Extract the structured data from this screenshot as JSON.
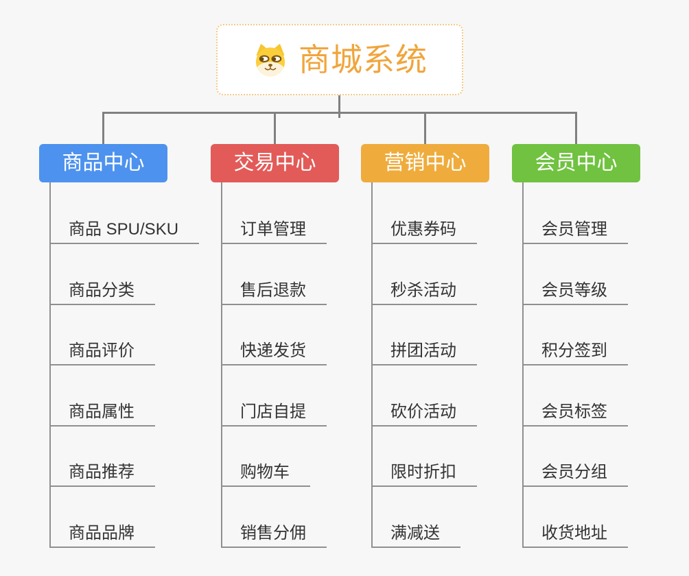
{
  "root": {
    "title": "商城系统",
    "icon": "doge-icon"
  },
  "branches": [
    {
      "id": "product",
      "label": "商品中心",
      "color": "#4d92ee",
      "items": [
        "商品 SPU/SKU",
        "商品分类",
        "商品评价",
        "商品属性",
        "商品推荐",
        "商品品牌"
      ]
    },
    {
      "id": "trade",
      "label": "交易中心",
      "color": "#e25b58",
      "items": [
        "订单管理",
        "售后退款",
        "快递发货",
        "门店自提",
        "购物车",
        "销售分佣"
      ]
    },
    {
      "id": "marketing",
      "label": "营销中心",
      "color": "#efac3c",
      "items": [
        "优惠券码",
        "秒杀活动",
        "拼团活动",
        "砍价活动",
        "限时折扣",
        "满减送"
      ]
    },
    {
      "id": "member",
      "label": "会员中心",
      "color": "#70c240",
      "items": [
        "会员管理",
        "会员等级",
        "积分签到",
        "会员标签",
        "会员分组",
        "收货地址"
      ]
    }
  ],
  "colors": {
    "background": "#f7f7f7",
    "connector": "#808080",
    "leaf_line": "#8f8f8f",
    "leaf_text": "#333333",
    "root_text": "#f0a53c",
    "root_border": "#f6c883"
  }
}
